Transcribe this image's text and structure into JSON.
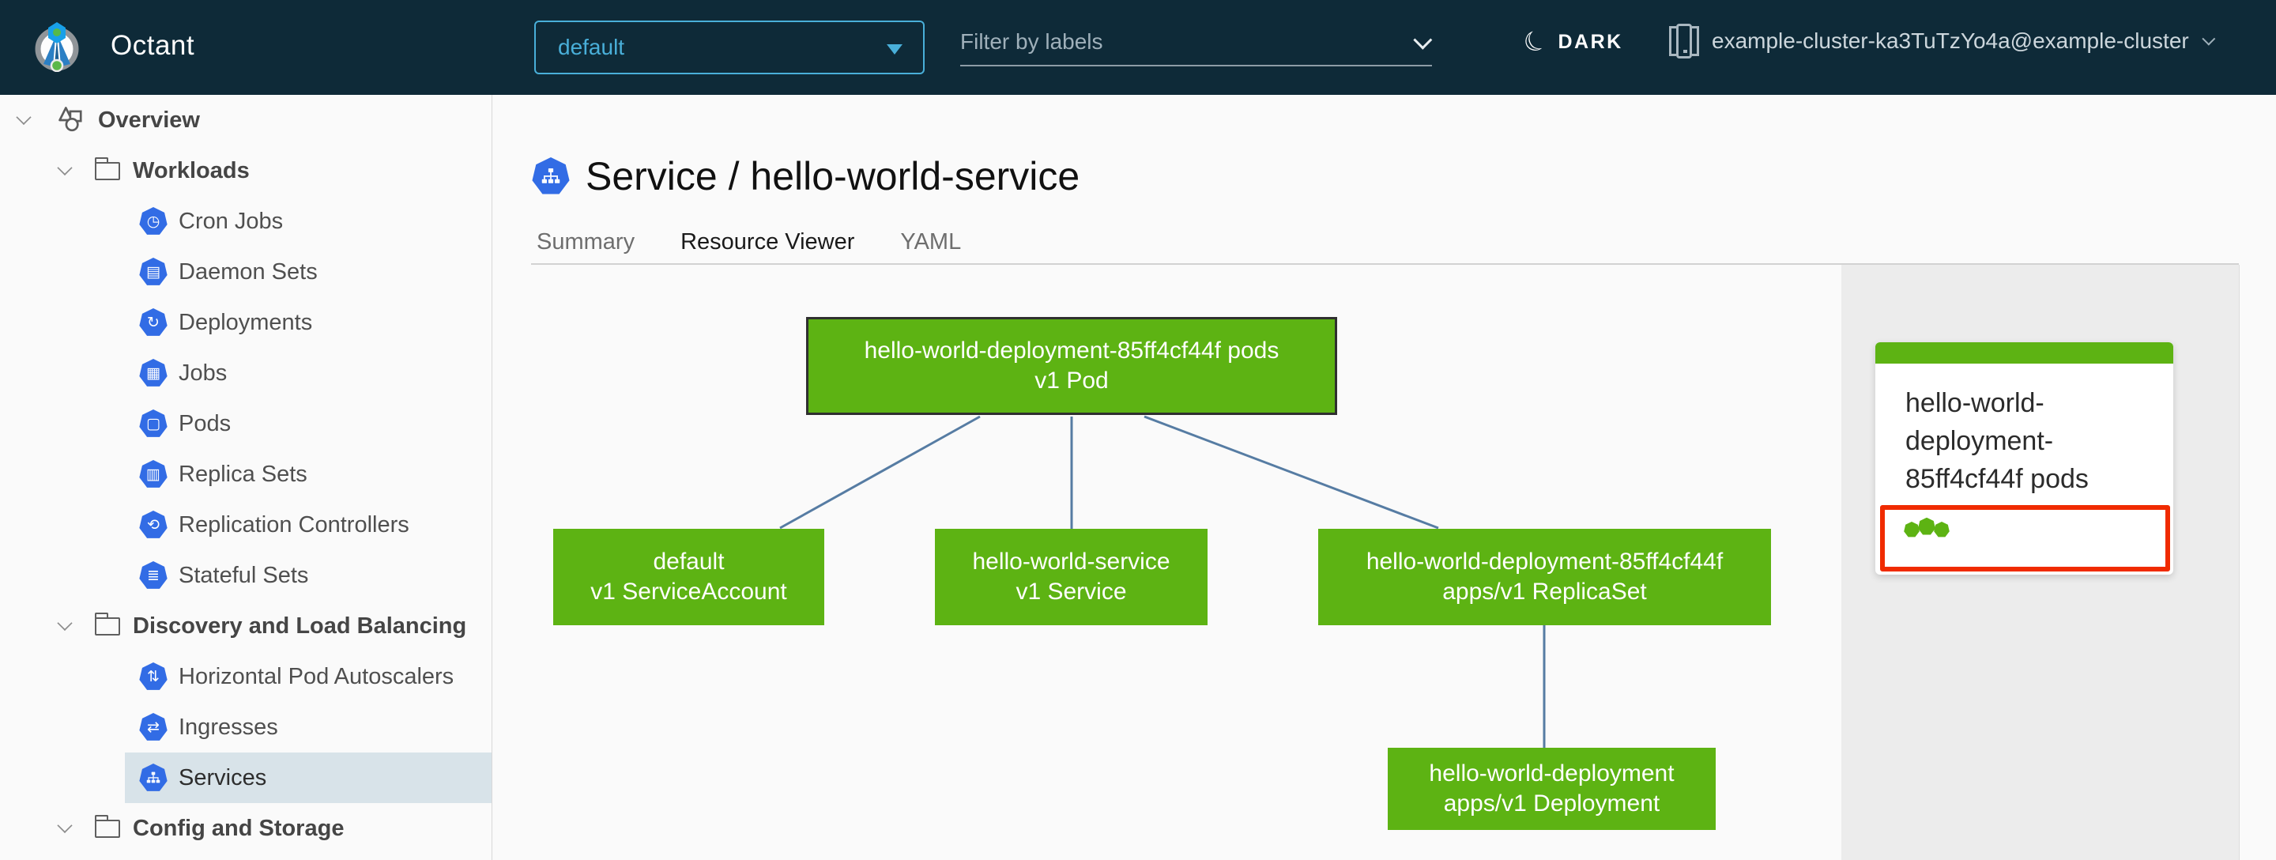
{
  "header": {
    "app_name": "Octant",
    "namespace": {
      "value": "default"
    },
    "filter": {
      "placeholder": "Filter by labels"
    },
    "theme_toggle": {
      "label": "DARK"
    },
    "cluster": {
      "name": "example-cluster-ka3TuTzYo4a@example-cluster"
    }
  },
  "sidebar": {
    "items": [
      {
        "label": "Overview",
        "level": 0,
        "icon": "objects-icon",
        "expanded": true
      },
      {
        "label": "Workloads",
        "level": 1,
        "icon": "folder-icon",
        "expanded": true
      },
      {
        "label": "Cron Jobs",
        "level": 2,
        "icon": "cron-jobs-icon",
        "glyph": "◷"
      },
      {
        "label": "Daemon Sets",
        "level": 2,
        "icon": "daemon-sets-icon",
        "glyph": "▤"
      },
      {
        "label": "Deployments",
        "level": 2,
        "icon": "deployments-icon",
        "glyph": "↻"
      },
      {
        "label": "Jobs",
        "level": 2,
        "icon": "jobs-icon",
        "glyph": "▦"
      },
      {
        "label": "Pods",
        "level": 2,
        "icon": "pods-icon",
        "glyph": "▢"
      },
      {
        "label": "Replica Sets",
        "level": 2,
        "icon": "replica-sets-icon",
        "glyph": "▥"
      },
      {
        "label": "Replication Controllers",
        "level": 2,
        "icon": "replication-controllers-icon",
        "glyph": "⟲"
      },
      {
        "label": "Stateful Sets",
        "level": 2,
        "icon": "stateful-sets-icon",
        "glyph": "≣"
      },
      {
        "label": "Discovery and Load Balancing",
        "level": 1,
        "icon": "folder-icon",
        "expanded": true
      },
      {
        "label": "Horizontal Pod Autoscalers",
        "level": 2,
        "icon": "hpa-icon",
        "glyph": "⇅"
      },
      {
        "label": "Ingresses",
        "level": 2,
        "icon": "ingresses-icon",
        "glyph": "⇄"
      },
      {
        "label": "Services",
        "level": 2,
        "icon": "services-icon",
        "selected": true
      },
      {
        "label": "Config and Storage",
        "level": 1,
        "icon": "folder-icon",
        "expanded": true
      }
    ]
  },
  "main": {
    "title": {
      "text": "Service / hello-world-service",
      "icon": "service-icon"
    },
    "tabs": [
      {
        "label": "Summary",
        "active": false
      },
      {
        "label": "Resource Viewer",
        "active": true
      },
      {
        "label": "YAML",
        "active": false
      }
    ]
  },
  "graph": {
    "nodes": [
      {
        "id": "pod",
        "line1": "hello-world-deployment-85ff4cf44f pods",
        "line2": "v1 Pod",
        "status": "ok",
        "selected": true
      },
      {
        "id": "service-account",
        "line1": "default",
        "line2": "v1 ServiceAccount",
        "status": "ok"
      },
      {
        "id": "service",
        "line1": "hello-world-service",
        "line2": "v1 Service",
        "status": "ok"
      },
      {
        "id": "replica-set",
        "line1": "hello-world-deployment-85ff4cf44f",
        "line2": "apps/v1 ReplicaSet",
        "status": "ok"
      },
      {
        "id": "deployment",
        "line1": "hello-world-deployment",
        "line2": "apps/v1 Deployment",
        "status": "ok"
      }
    ],
    "edges": [
      {
        "from": "pod",
        "to": "service-account"
      },
      {
        "from": "pod",
        "to": "service"
      },
      {
        "from": "pod",
        "to": "replica-set"
      },
      {
        "from": "replica-set",
        "to": "deployment"
      }
    ]
  },
  "panel": {
    "card": {
      "title": "hello-world-deployment-85ff4cf44f pods",
      "pod_count": 3,
      "highlighted": true
    }
  },
  "colors": {
    "header_bg": "#0e2a38",
    "node_green": "#5db313",
    "accent_blue": "#49afd9",
    "tab_underline": "#0f72b2",
    "selected_row_bg": "#d8e3e9",
    "k8s_icon_blue": "#326ce5",
    "highlight_red": "#f02b00",
    "edge_blue": "#567ca3"
  }
}
